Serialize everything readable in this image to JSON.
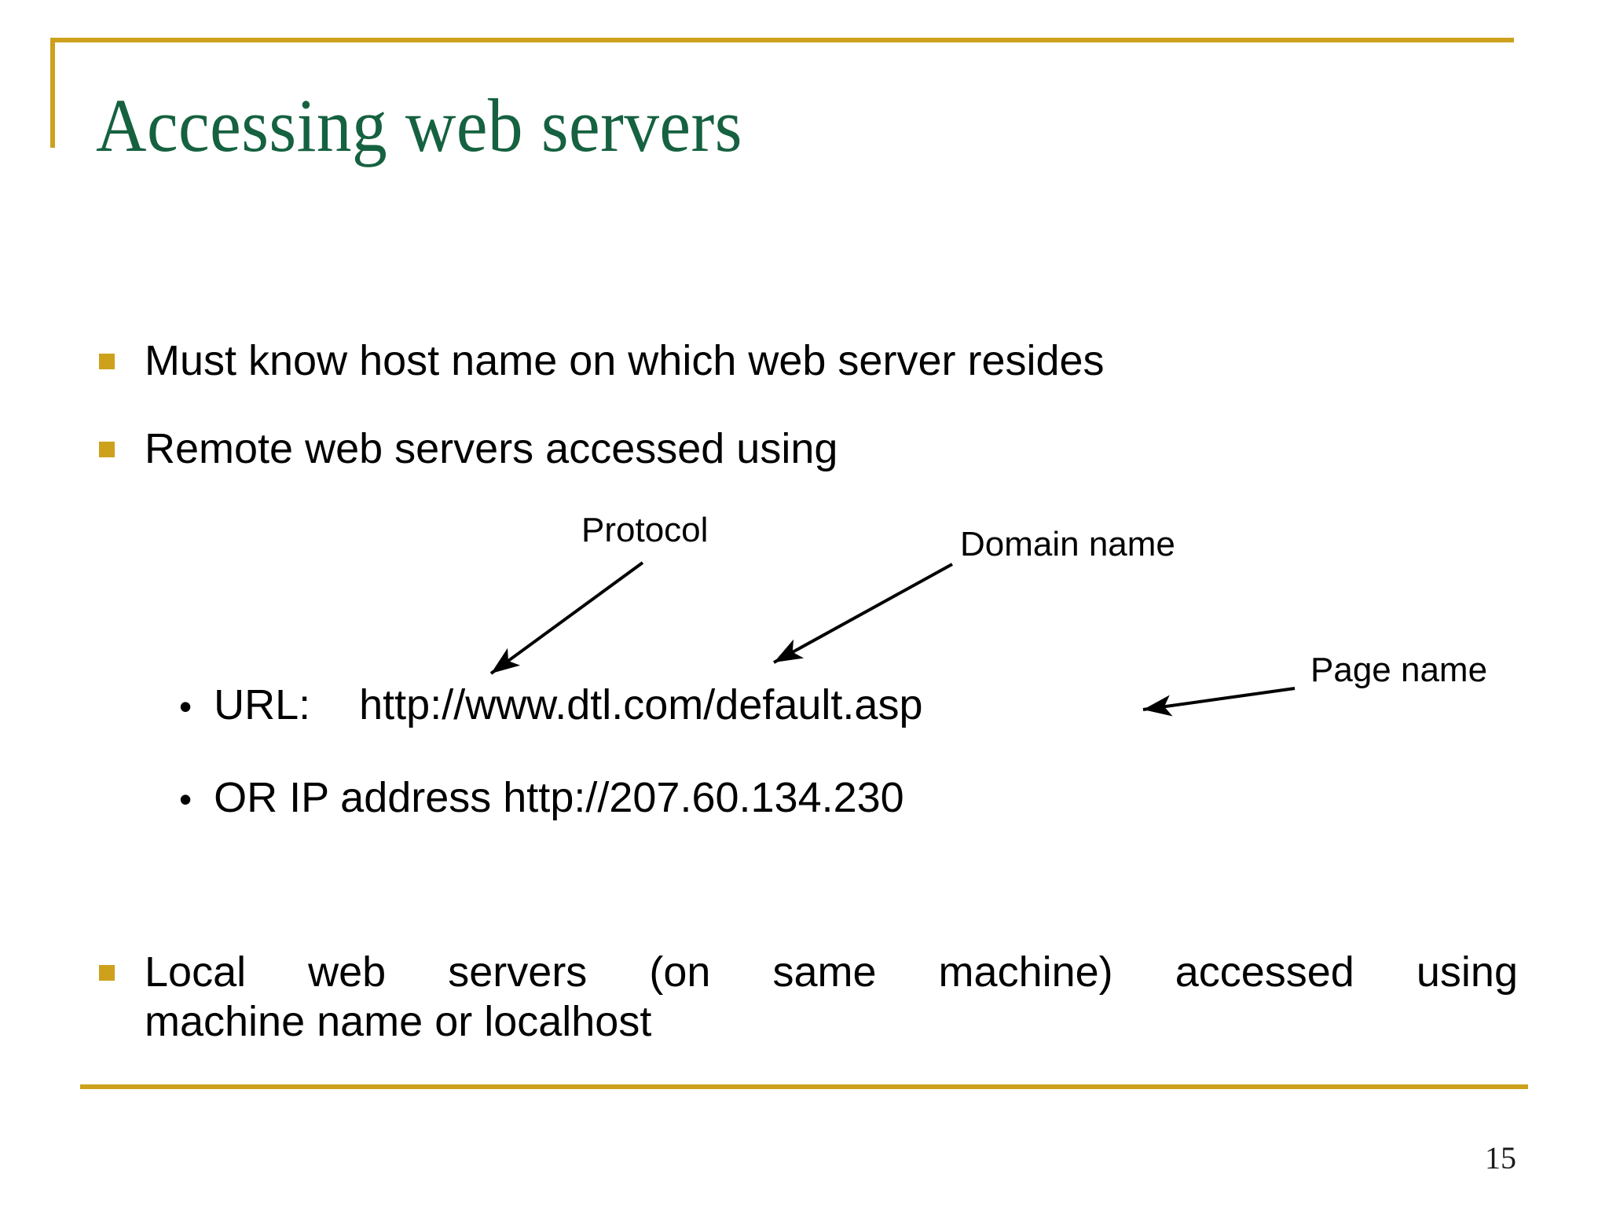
{
  "slide": {
    "title": "Accessing web servers",
    "page_number": "15",
    "accent_color": "#cda11c",
    "title_color": "#156140",
    "body_color": "#000000",
    "background_color": "#ffffff"
  },
  "bullets": [
    {
      "marker": "square",
      "text": "Must know host name on which web server resides"
    },
    {
      "marker": "square",
      "text": "Remote web servers accessed using"
    }
  ],
  "sub_bullets": [
    {
      "marker": "•",
      "label": "URL:",
      "value": "http://www.dtl.com/default.asp"
    },
    {
      "marker": "•",
      "label": "OR IP address http://207.60.134.230",
      "value": ""
    }
  ],
  "final_bullet": {
    "marker": "square",
    "line1": "Local web servers (on same machine) accessed using",
    "line2": "machine name or localhost"
  },
  "callouts": [
    {
      "id": "protocol",
      "label": "Protocol"
    },
    {
      "id": "domain",
      "label": "Domain name"
    },
    {
      "id": "page",
      "label": "Page name"
    }
  ]
}
